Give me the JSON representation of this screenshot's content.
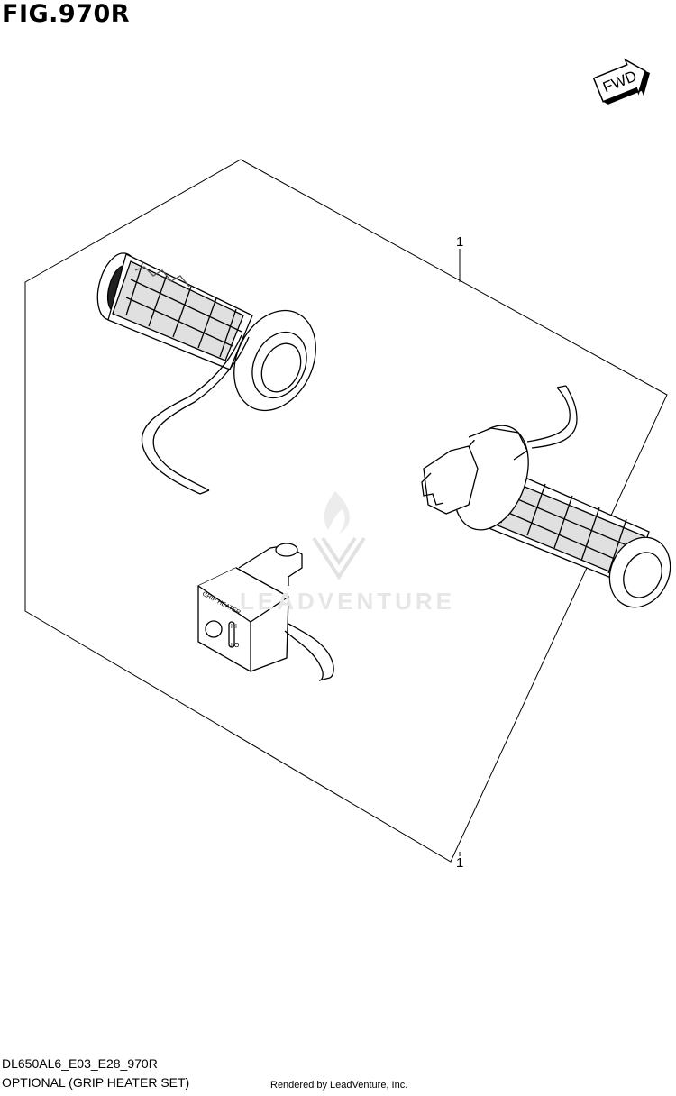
{
  "figure": {
    "title": "FIG.970R"
  },
  "direction_marker": {
    "label": "FWD",
    "icon": "forward-arrow-icon"
  },
  "callouts": [
    {
      "number": "1",
      "target": "grip-heater-set"
    }
  ],
  "switch_unit": {
    "label_top": "GRIP HEATER",
    "label_hi": "HI",
    "label_lo": "LO"
  },
  "watermark": {
    "text": "LEADVENTURE",
    "icon": "leadventure-flame-logo-icon"
  },
  "footer": {
    "code": "DL650AL6_E03_E28_970R",
    "description": "OPTIONAL (GRIP HEATER SET)",
    "credit": "Rendered by LeadVenture, Inc."
  },
  "colors": {
    "line": "#000000",
    "background": "#ffffff",
    "watermark": "#e6e6e6"
  }
}
